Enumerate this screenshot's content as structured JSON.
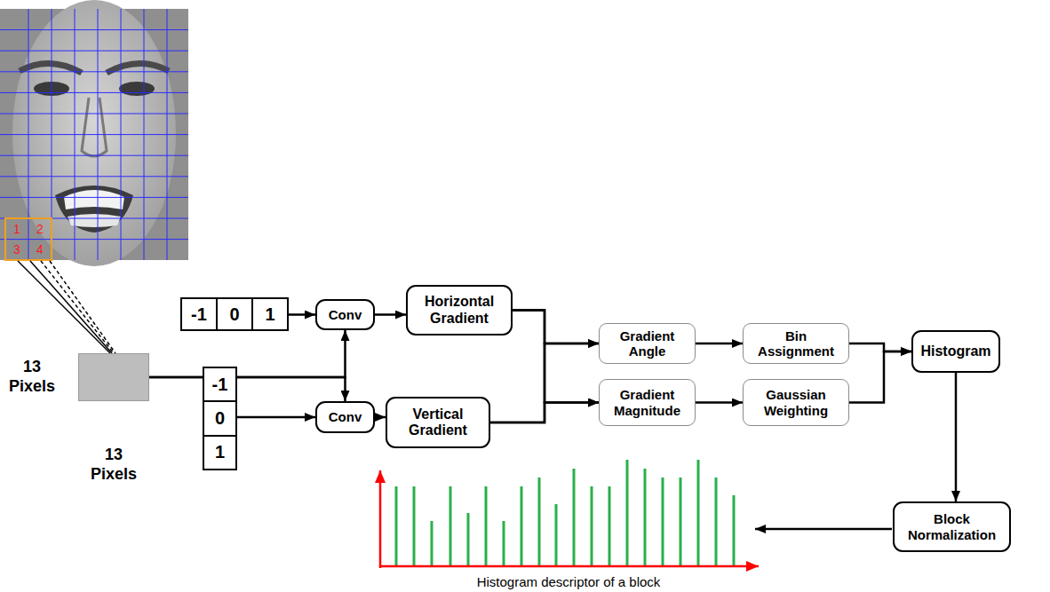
{
  "diagram": {
    "nodes": [
      {
        "text": [
          "13 Pixels",
          "13 Pixels"
        ]
      },
      {
        "text": [
          "-1",
          "0",
          "1"
        ]
      },
      {
        "text": [
          "Conv"
        ]
      },
      {
        "text": [
          "Horizontal Gradient"
        ]
      },
      {
        "text": [
          "-1",
          "0",
          "1"
        ]
      },
      {
        "text": [
          "Conv"
        ]
      },
      {
        "text": [
          "Vertical Gradient"
        ]
      },
      {
        "text": [
          "Gradient Angle"
        ]
      },
      {
        "text": [
          "Gradient Magnitude"
        ]
      },
      {
        "text": [
          "Bin Assignment"
        ]
      },
      {
        "text": [
          "Gaussian Weighting"
        ]
      },
      {
        "text": [
          "Histogram"
        ]
      },
      {
        "text": [
          "Block Normalization"
        ]
      }
    ],
    "edges": [
      {
        "from": 1,
        "to": 2,
        "arrow": "to"
      },
      {
        "from": 0,
        "to": 2,
        "arrow": "to"
      },
      {
        "from": 0,
        "to": 5,
        "arrow": "to"
      },
      {
        "from": 4,
        "to": 5,
        "arrow": "to"
      },
      {
        "from": 2,
        "to": 3,
        "arrow": "to"
      },
      {
        "from": 5,
        "to": 6,
        "arrow": "to"
      },
      {
        "from": 3,
        "to": 7,
        "arrow": "to"
      },
      {
        "from": 3,
        "to": 8,
        "arrow": "to"
      },
      {
        "from": 6,
        "to": 7,
        "arrow": "to"
      },
      {
        "from": 6,
        "to": 8,
        "arrow": "to"
      },
      {
        "from": 7,
        "to": 9,
        "arrow": "to"
      },
      {
        "from": 8,
        "to": 10,
        "arrow": "to"
      },
      {
        "from": 9,
        "to": 11,
        "arrow": "to"
      },
      {
        "from": 10,
        "to": 11,
        "arrow": "to"
      },
      {
        "from": 11,
        "to": 12,
        "arrow": "to"
      }
    ],
    "labels": [
      "1",
      "2",
      "3",
      "4",
      "Histogram descriptor of a block"
    ]
  }
}
